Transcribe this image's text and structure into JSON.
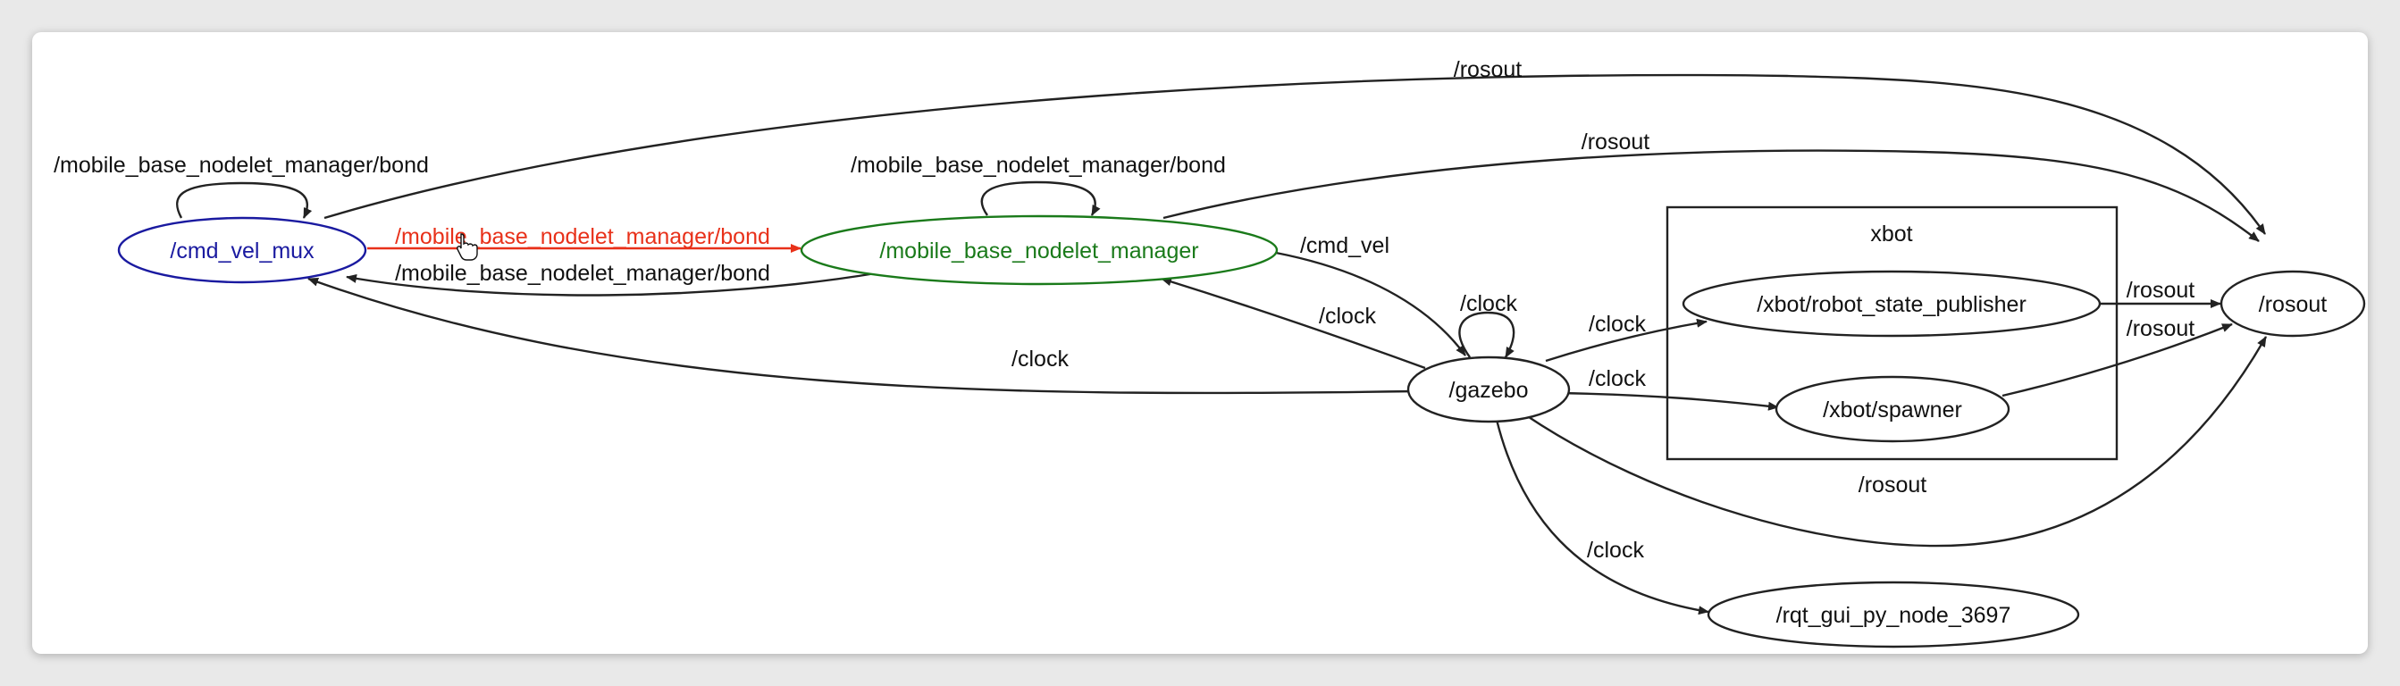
{
  "graph": {
    "cluster_label": "xbot",
    "nodes": {
      "cmd_vel_mux": "/cmd_vel_mux",
      "nodelet_manager": "/mobile_base_nodelet_manager",
      "gazebo": "/gazebo",
      "robot_state_publisher": "/xbot/robot_state_publisher",
      "spawner": "/xbot/spawner",
      "rosout": "/rosout",
      "rqt_gui": "/rqt_gui_py_node_3697"
    },
    "edges": {
      "mux_self_bond": "/mobile_base_nodelet_manager/bond",
      "manager_self_bond": "/mobile_base_nodelet_manager/bond",
      "mux_to_manager_bond": "/mobile_base_nodelet_manager/bond",
      "manager_to_mux_bond": "/mobile_base_nodelet_manager/bond",
      "mux_rosout": "/rosout",
      "manager_rosout": "/rosout",
      "manager_cmd_vel": "/cmd_vel",
      "gazebo_manager_clock": "/clock",
      "gazebo_mux_clock": "/clock",
      "gazebo_self_clock": "/clock",
      "gazebo_rsp_clock": "/clock",
      "gazebo_spawner_clock": "/clock",
      "rsp_rosout": "/rosout",
      "spawner_rosout": "/rosout",
      "gazebo_rosout": "/rosout",
      "gazebo_rqt_clock": "/clock"
    }
  }
}
